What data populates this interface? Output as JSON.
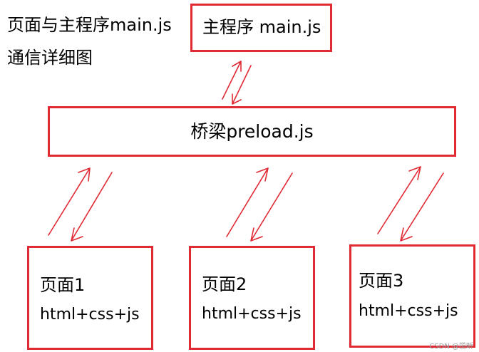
{
  "caption": {
    "line1": "页面与主程序main.js",
    "line2": "通信详细图"
  },
  "main_box": {
    "label": "主程序 main.js"
  },
  "bridge_box": {
    "label": "桥梁preload.js"
  },
  "pages": [
    {
      "title": "页面1",
      "stack": "html+css+js"
    },
    {
      "title": "页面2",
      "stack": "html+css+js"
    },
    {
      "title": "页面3",
      "stack": "html+css+js"
    }
  ],
  "watermark": "CSDN @揽昕",
  "colors": {
    "box_border": "#e02a34",
    "arrow": "#e02a34",
    "text": "#000000"
  }
}
